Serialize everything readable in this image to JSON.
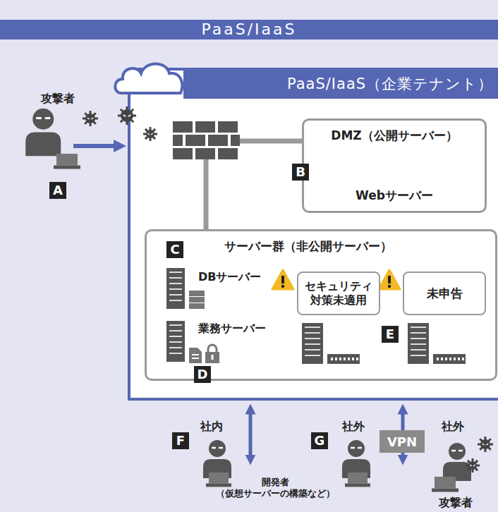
{
  "diagram": {
    "title": "PaaS/IaaS",
    "nodes": [
      {
        "text": [
          "PaaS/IaaS（企業テナント）"
        ]
      },
      {
        "text": [
          "DMZ（公開サーバー）",
          "Webサーバー"
        ],
        "in": 0
      },
      {
        "text": [
          "サーバー群（非公開サーバー）"
        ],
        "in": 0
      },
      {
        "text": [
          "セキュリティ 対策未適用"
        ],
        "in": 2
      },
      {
        "text": [
          "未申告"
        ],
        "in": 2
      },
      {
        "text": [
          "VPN"
        ]
      }
    ],
    "labels": [
      "攻撃者",
      "A",
      "B",
      "C",
      "DBサーバー",
      "業務サーバー",
      "D",
      "E",
      "F",
      "社内",
      "G",
      "社外",
      "社外",
      "開発者 （仮想サーバーの構築など）",
      "攻撃者"
    ]
  }
}
